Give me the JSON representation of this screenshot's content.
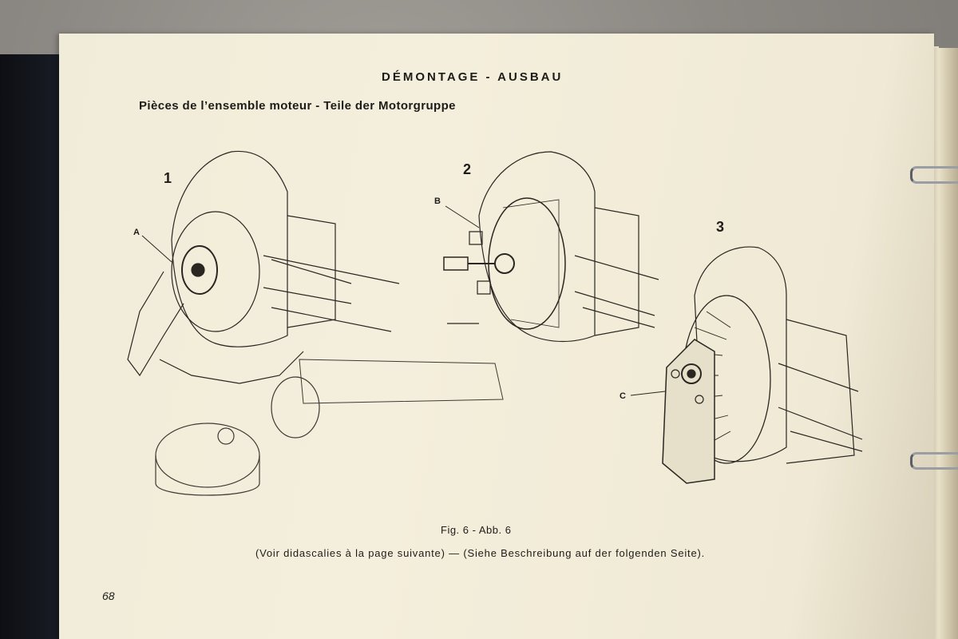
{
  "header": {
    "title": "DÉMONTAGE - AUSBAU",
    "subtitle": "Pièces de l’ensemble moteur - Teile der Motorgruppe"
  },
  "figures": {
    "fig1": {
      "number": "1",
      "callout": "A"
    },
    "fig2": {
      "number": "2",
      "callout": "B"
    },
    "fig3": {
      "number": "3",
      "callout": "C"
    }
  },
  "caption": {
    "figure": "Fig. 6 - Abb. 6",
    "note": "(Voir didascalies à la page suivante) — (Siehe Beschreibung auf der folgenden Seite)."
  },
  "footer": {
    "page_number": "68"
  },
  "colors": {
    "paper": "#f2edda",
    "ink": "#1e1c18",
    "binder": "#14161d"
  }
}
